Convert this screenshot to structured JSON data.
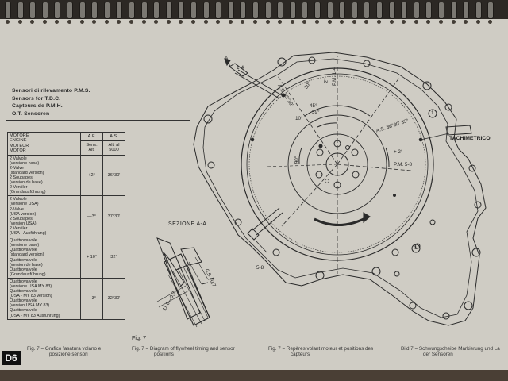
{
  "headings": [
    "Sensori di rilevamento P.M.S.",
    "Sensors for T.D.C.",
    "Capteurs de P.M.H.",
    "O.T. Sensoren"
  ],
  "table": {
    "header": {
      "engine": [
        "MOTORE",
        "ENGINE",
        "MOTEUR",
        "MOTOR"
      ],
      "af": "A.F.",
      "as": "A.S.",
      "af_sub": "Sens. Alt.",
      "as_sub": "Alt. al 5000"
    },
    "rows": [
      {
        "engine": [
          "2 Valvole",
          "(versione base)",
          "2-Valve",
          "(standard version)",
          "2 Soupapes",
          "(version de base)",
          "2 Ventiler",
          "(Grundausführung)"
        ],
        "af": "+2°",
        "as": "36°30'"
      },
      {
        "engine": [
          "2 Valvole",
          "(versione USA)",
          "2-Valve",
          "(USA version)",
          "2 Soupapes",
          "(version USA)",
          "2 Ventiler",
          "(USA - Ausführung)"
        ],
        "af": "—3°",
        "as": "37°30'"
      },
      {
        "engine": [
          "Quattrovalvole",
          "(versione base)",
          "Quattrovalvole",
          "(standard version)",
          "Quattrovalvole",
          "(version de base)",
          "Quattrovalvole",
          "(Grundausführung)"
        ],
        "af": "+ 10°",
        "as": "32°"
      },
      {
        "engine": [
          "Quattrovalvole",
          "(versione USA MY 83)",
          "Quattrovalvole",
          "(USA - MY 83 version)",
          "Quattrovalvole",
          "(version USA MY 83)",
          "Quattrovalvole",
          "(USA - MY 83 Ausführung)"
        ],
        "af": "—3°",
        "as": "32°30'"
      }
    ]
  },
  "fig_label": "Fig. 7",
  "section_label": "SEZIONE A-A",
  "tachimetro_label": "TACHIMETRICO",
  "diagram_labels": {
    "a_top": "A",
    "ref_1_4": "1-4",
    "ref_5_8": "5-8",
    "pm14": "P.M. 1-4",
    "pm58": "P.M. 5-8",
    "as_left": "A.S. 35°30'",
    "as_right": "A.S. 36°30' 35°",
    "deg_30_top": "30°",
    "deg_2_top": "2°",
    "deg_45": "45°",
    "deg_39": "39°",
    "deg_10": "10°",
    "deg_2_right": "+ 2°",
    "deg_90": "90°",
    "dim_1": "0,5—0,7",
    "dim_2": "11,8—0,2",
    "circ_1": "1",
    "circ_2": "1"
  },
  "page_tag": "D6",
  "captions": [
    {
      "lines": [
        "Fig. 7 = Grafico fasatura volano e",
        "posizione sensori"
      ]
    },
    {
      "lines": [
        "Fig. 7 = Diagram of flywheel timing and sensor",
        "positions"
      ]
    },
    {
      "lines": [
        "Fig. 7 = Repères volant moteur et positions des",
        "capteurs"
      ]
    },
    {
      "lines": [
        "Bild 7 = Schwungscheibe Markierung und La",
        "der Sensoren"
      ]
    }
  ]
}
